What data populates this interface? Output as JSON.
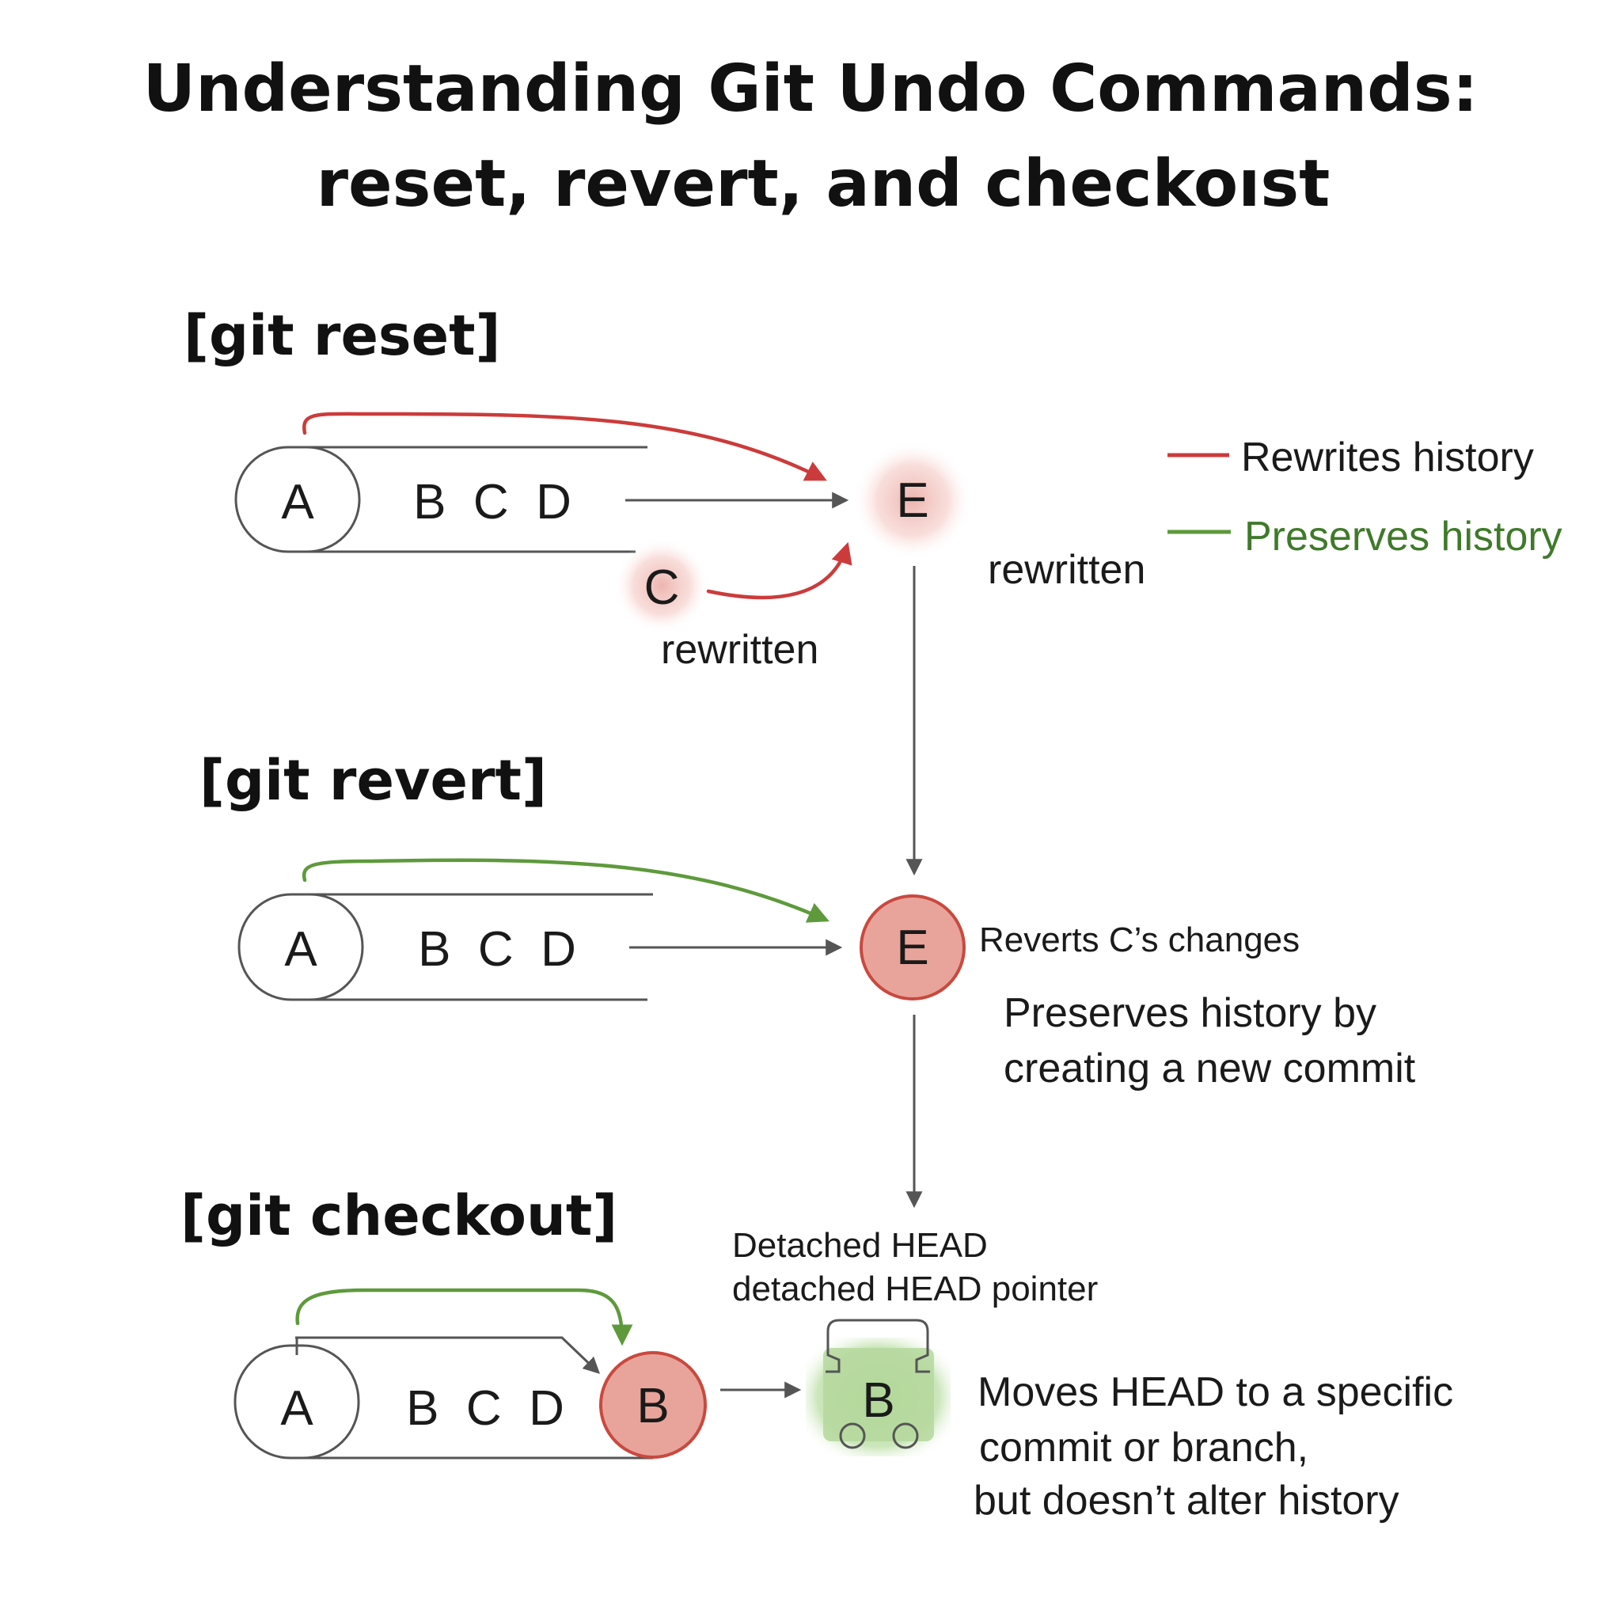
{
  "title": {
    "line1": "Understanding Git Undo Commands:",
    "line2": "reset, revert, and checkoıst"
  },
  "legend": {
    "red_label": "Rewrites history",
    "green_label": "Preserves history",
    "red_color": "#cc3b3b",
    "green_color": "#5e9a3c"
  },
  "reset": {
    "heading": "[git reset]",
    "commit_a": "A",
    "commits_bcd": "B  C  D",
    "target": "E",
    "orphan": "C",
    "orphan_label": "rewritten",
    "target_label": "rewritten"
  },
  "revert": {
    "heading": "[git revert]",
    "commit_a": "A",
    "commits_bcd": "B  C  D",
    "new_commit": "E",
    "new_commit_label": "Reverts C’s changes",
    "desc_line1": "Preserves history by",
    "desc_line2": "creating a new commit"
  },
  "checkout": {
    "heading": "[git checkout]",
    "commit_a": "A",
    "commits_bcd": "B  C  D",
    "commit_b": "B",
    "head_label1": "Detached HEAD",
    "head_label2": "detached HEAD pointer",
    "head_commit": "B",
    "desc_line1": "Moves HEAD to a specific",
    "desc_line2": "commit or branch,",
    "desc_line3": "but doesn’t alter history"
  },
  "colors": {
    "commit_fill_red": "#e8a49a",
    "commit_stroke_red": "#c9493f",
    "head_fill_green": "#b5d89e"
  }
}
